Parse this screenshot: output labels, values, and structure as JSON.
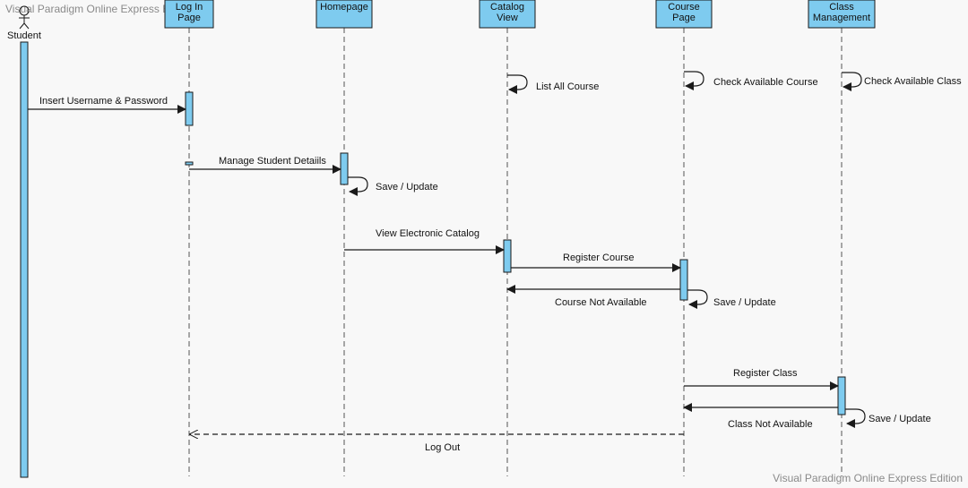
{
  "watermark": "Visual Paradigm Online Express Edition",
  "colors": {
    "lifeline_fill": "#7ecbef",
    "stroke": "#1a1a1a",
    "text": "#111111",
    "background": "#f8f8f8",
    "watermark": "#8a8a8a"
  },
  "actor": {
    "label": "Student",
    "icon": "stick-figure-icon"
  },
  "lifelines": [
    {
      "id": "login",
      "lines": [
        "Log In",
        "Page"
      ]
    },
    {
      "id": "homepage",
      "lines": [
        "Homepage"
      ]
    },
    {
      "id": "catalog",
      "lines": [
        "Catalog",
        "View"
      ]
    },
    {
      "id": "course",
      "lines": [
        "Course",
        "Page"
      ]
    },
    {
      "id": "class",
      "lines": [
        "Class",
        "Management"
      ]
    }
  ],
  "messages": [
    {
      "from": "student",
      "to": "login",
      "label": "Insert Username & Password",
      "kind": "sync"
    },
    {
      "from": "login",
      "to": "homepage",
      "label": "Manage Student Detaiils",
      "kind": "sync"
    },
    {
      "from": "homepage",
      "to": "homepage",
      "label": "Save / Update",
      "kind": "self"
    },
    {
      "from": "catalog",
      "to": "catalog",
      "label": "List All Course",
      "kind": "self"
    },
    {
      "from": "course",
      "to": "course",
      "label": "Check Available Course",
      "kind": "self"
    },
    {
      "from": "class",
      "to": "class",
      "label": "Check Available Class",
      "kind": "self"
    },
    {
      "from": "homepage",
      "to": "catalog",
      "label": "View Electronic Catalog",
      "kind": "sync"
    },
    {
      "from": "catalog",
      "to": "course",
      "label": "Register Course",
      "kind": "sync"
    },
    {
      "from": "course",
      "to": "catalog",
      "label": "Course Not Available",
      "kind": "sync"
    },
    {
      "from": "course",
      "to": "course",
      "label": "Save / Update",
      "kind": "self"
    },
    {
      "from": "course",
      "to": "class",
      "label": "Register Class",
      "kind": "sync"
    },
    {
      "from": "class",
      "to": "course",
      "label": "Class Not Available",
      "kind": "sync"
    },
    {
      "from": "class",
      "to": "class",
      "label": "Save / Update",
      "kind": "self"
    },
    {
      "from": "course",
      "to": "login",
      "label": "Log Out",
      "kind": "return"
    }
  ]
}
